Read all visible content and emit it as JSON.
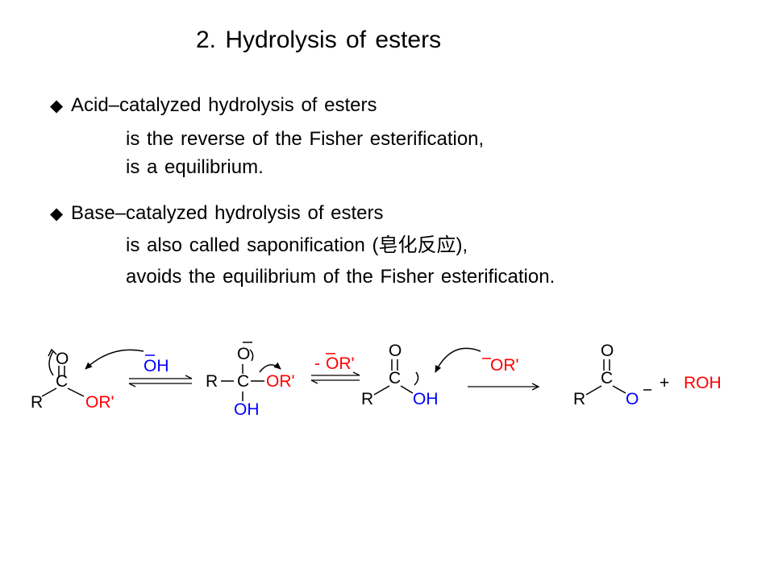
{
  "title": "2. Hydrolysis of esters",
  "bullet_symbol": "◆",
  "sections": [
    {
      "heading": "Acid–catalyzed hydrolysis of esters",
      "lines": [
        "is  the reverse of the Fisher esterification,",
        "is a equilibrium."
      ]
    },
    {
      "heading": "Base–catalyzed hydrolysis of esters",
      "line1_before": "is also called saponification (",
      "line1_cjk": "皂化反应",
      "line1_after": "),",
      "line2": "avoids the equilibrium of the Fisher esterification."
    }
  ],
  "scheme": {
    "ester": {
      "O": "O",
      "C": "C",
      "R": "R",
      "OR": "OR'"
    },
    "hydroxide": {
      "OH": "OH",
      "charge": "−"
    },
    "intermediate": {
      "O": "O",
      "R": "R",
      "C": "C",
      "OR": "OR'",
      "OH": "OH",
      "charge": "−"
    },
    "leaving": {
      "label": "- ",
      "OR": "OR'",
      "charge": "−"
    },
    "acid": {
      "O": "O",
      "C": "C",
      "R": "R",
      "OH": "OH"
    },
    "alkoxide": {
      "OR": "OR'",
      "charge": "−"
    },
    "carboxylate": {
      "O": "O",
      "C": "C",
      "R": "R",
      "O2": "O",
      "charge": "−"
    },
    "plus": "+",
    "alcohol": "ROH",
    "colors": {
      "blue": "#0000ff",
      "red": "#ff0000"
    }
  }
}
